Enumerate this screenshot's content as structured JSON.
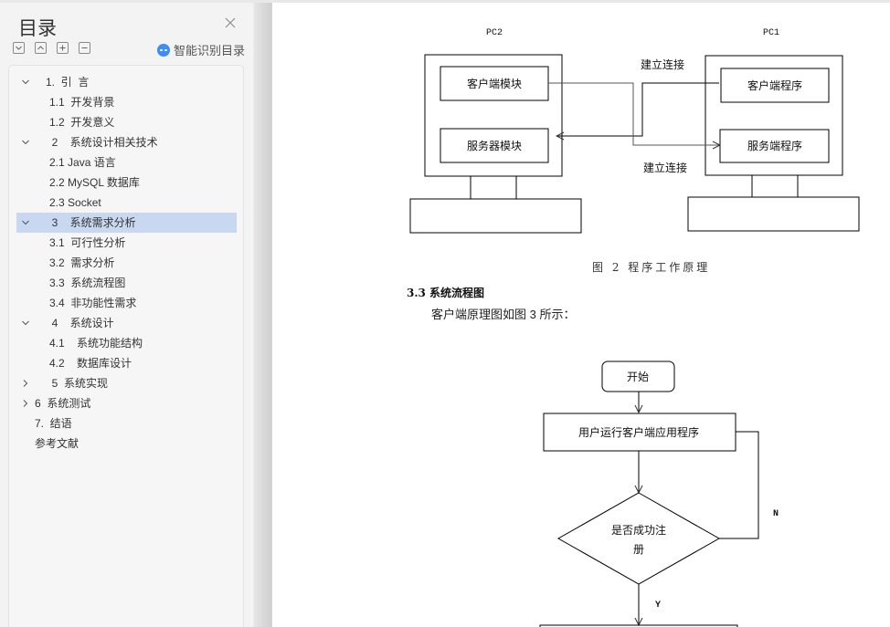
{
  "sidebar": {
    "title": "目录",
    "close_icon": "close-icon",
    "tools": [
      {
        "name": "expand-down-button",
        "icon": "chevron-down-icon"
      },
      {
        "name": "collapse-up-button",
        "icon": "chevron-up-icon"
      },
      {
        "name": "expand-all-button",
        "icon": "plus-icon"
      },
      {
        "name": "collapse-all-button",
        "icon": "minus-icon"
      }
    ],
    "smart_toc_label": "智能识别目录",
    "toc": [
      {
        "label": "1.  引  言",
        "level": 0,
        "arrow": "down",
        "selected": false
      },
      {
        "label": "1.1  开发背景",
        "level": 1,
        "arrow": "",
        "selected": false
      },
      {
        "label": "1.2  开发意义",
        "level": 1,
        "arrow": "",
        "selected": false
      },
      {
        "label": "  2    系统设计相关技术",
        "level": 0,
        "arrow": "down",
        "selected": false
      },
      {
        "label": "2.1 Java 语言",
        "level": 1,
        "arrow": "",
        "selected": false
      },
      {
        "label": "2.2 MySQL 数据库",
        "level": 1,
        "arrow": "",
        "selected": false
      },
      {
        "label": "2.3 Socket",
        "level": 1,
        "arrow": "",
        "selected": false
      },
      {
        "label": "  3    系统需求分析",
        "level": 0,
        "arrow": "down",
        "selected": true
      },
      {
        "label": "3.1  可行性分析",
        "level": 1,
        "arrow": "",
        "selected": false
      },
      {
        "label": "3.2  需求分析",
        "level": 1,
        "arrow": "",
        "selected": false
      },
      {
        "label": "3.3  系统流程图",
        "level": 1,
        "arrow": "",
        "selected": false
      },
      {
        "label": "3.4  非功能性需求",
        "level": 1,
        "arrow": "",
        "selected": false
      },
      {
        "label": "  4    系统设计",
        "level": 0,
        "arrow": "down",
        "selected": false
      },
      {
        "label": "4.1    系统功能结构",
        "level": 1,
        "arrow": "",
        "selected": false
      },
      {
        "label": "4.2    数据库设计",
        "level": 1,
        "arrow": "",
        "selected": false
      },
      {
        "label": "  5  系统实现",
        "level": 0,
        "arrow": "right",
        "selected": false
      },
      {
        "label": "6  系统测试",
        "level": 2,
        "arrow": "right",
        "selected": false
      },
      {
        "label": "7.  结语",
        "level": 2,
        "arrow": "",
        "selected": false
      },
      {
        "label": "参考文献",
        "level": 2,
        "arrow": "",
        "selected": false
      }
    ]
  },
  "document": {
    "figure2": {
      "pc2_label": "PC2",
      "pc1_label": "PC1",
      "pc2_client": "客户端模块",
      "pc2_server": "服务器模块",
      "pc1_client": "客户端程序",
      "pc1_server": "服务端程序",
      "connect_top": "建立连接",
      "connect_bottom": "建立连接",
      "caption": "图 2   程序工作原理"
    },
    "section_heading": "3.3  系统流程图",
    "paragraph": "客户端原理图如图 3 所示：",
    "figure3": {
      "start": "开始",
      "run_app": "用户运行客户端应用程序",
      "decision_line1": "是否成功注",
      "decision_line2": "册",
      "no_label": "N",
      "yes_label": "Y"
    }
  }
}
